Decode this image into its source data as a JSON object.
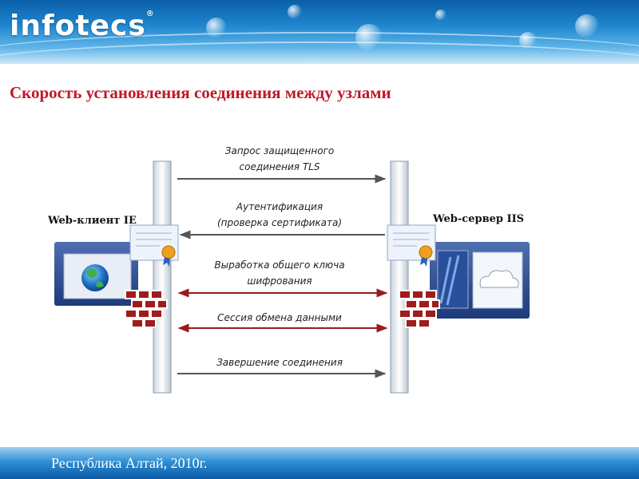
{
  "header": {
    "logo_text": "infotecs",
    "logo_mark": "®"
  },
  "slide": {
    "title": "Скорость установления соединения между узлами"
  },
  "diagram": {
    "client_label": "Web-клиент IE",
    "server_label": "Web-сервер IIS",
    "messages": [
      {
        "line1": "Запрос защищенного",
        "line2": "соединения TLS",
        "direction": "client-to-server"
      },
      {
        "line1": "Аутентификация",
        "line2": "(проверка сертификата)",
        "direction": "server-to-client"
      },
      {
        "line1": "Выработка общего ключа",
        "line2": "шифрования",
        "direction": "both"
      },
      {
        "line1": "Сессия обмена данными",
        "line2": "",
        "direction": "both"
      },
      {
        "line1": "Завершение соединения",
        "line2": "",
        "direction": "client-to-server"
      }
    ],
    "colors": {
      "plain_arrow": "#555555",
      "secure_arrow": "#9a1b1b",
      "firewall": "#a01c1c"
    }
  },
  "footer": {
    "text": "Республика  Алтай, 2010г."
  }
}
